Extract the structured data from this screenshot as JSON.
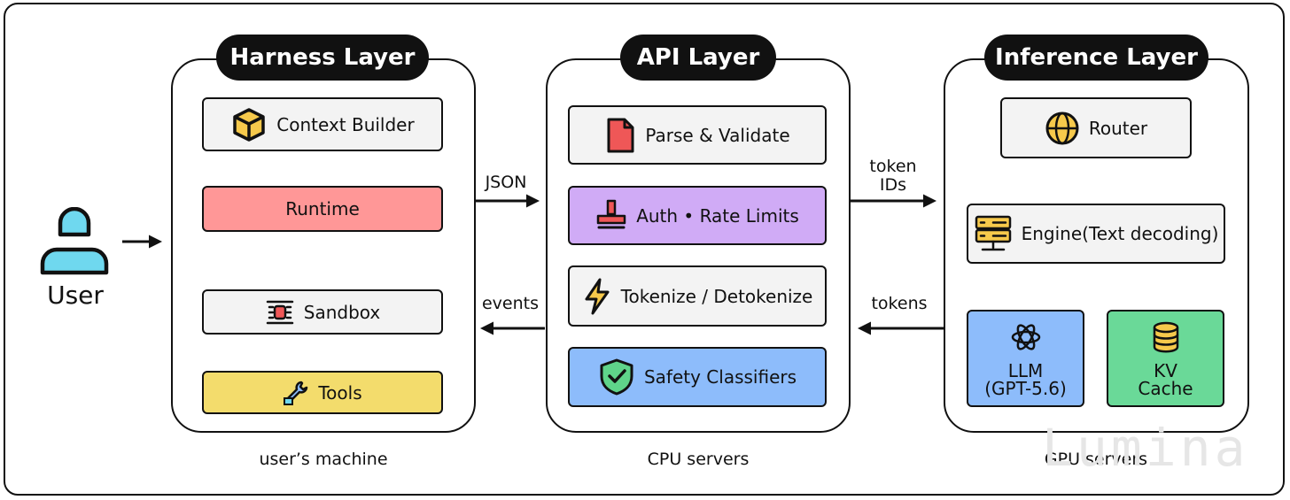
{
  "user": {
    "label": "User"
  },
  "harness": {
    "title": "Harness Layer",
    "caption": "user’s machine",
    "items": [
      "Context Builder",
      "Runtime",
      "Sandbox",
      "Tools"
    ]
  },
  "api": {
    "title": "API Layer",
    "caption": "CPU servers",
    "items": [
      "Parse & Validate",
      "Auth • Rate Limits",
      "Tokenize / Detokenize",
      "Safety Classifiers"
    ]
  },
  "inference": {
    "title": "Inference Layer",
    "caption": "GPU servers",
    "router": "Router",
    "engine": "Engine(Text decoding)",
    "llm": [
      "LLM",
      "(GPT-5.6)"
    ],
    "kv": [
      "KV",
      "Cache"
    ]
  },
  "flows": {
    "json": "JSON",
    "events": "events",
    "token_ids": [
      "token",
      "IDs"
    ],
    "tokens": "tokens"
  },
  "watermark": "Lumina",
  "colors": {
    "runtime": "#ff9797",
    "tools": "#f3dc6c",
    "auth": "#d0abf6",
    "safety": "#8dbcfb",
    "llm": "#8dbcfb",
    "kv": "#6ad998",
    "neutral_box": "#f3f3f3",
    "icon_yellow": "#f6c94b",
    "icon_red": "#ef5757",
    "icon_green": "#5fd48a",
    "user_icon": "#6fd8ef"
  }
}
